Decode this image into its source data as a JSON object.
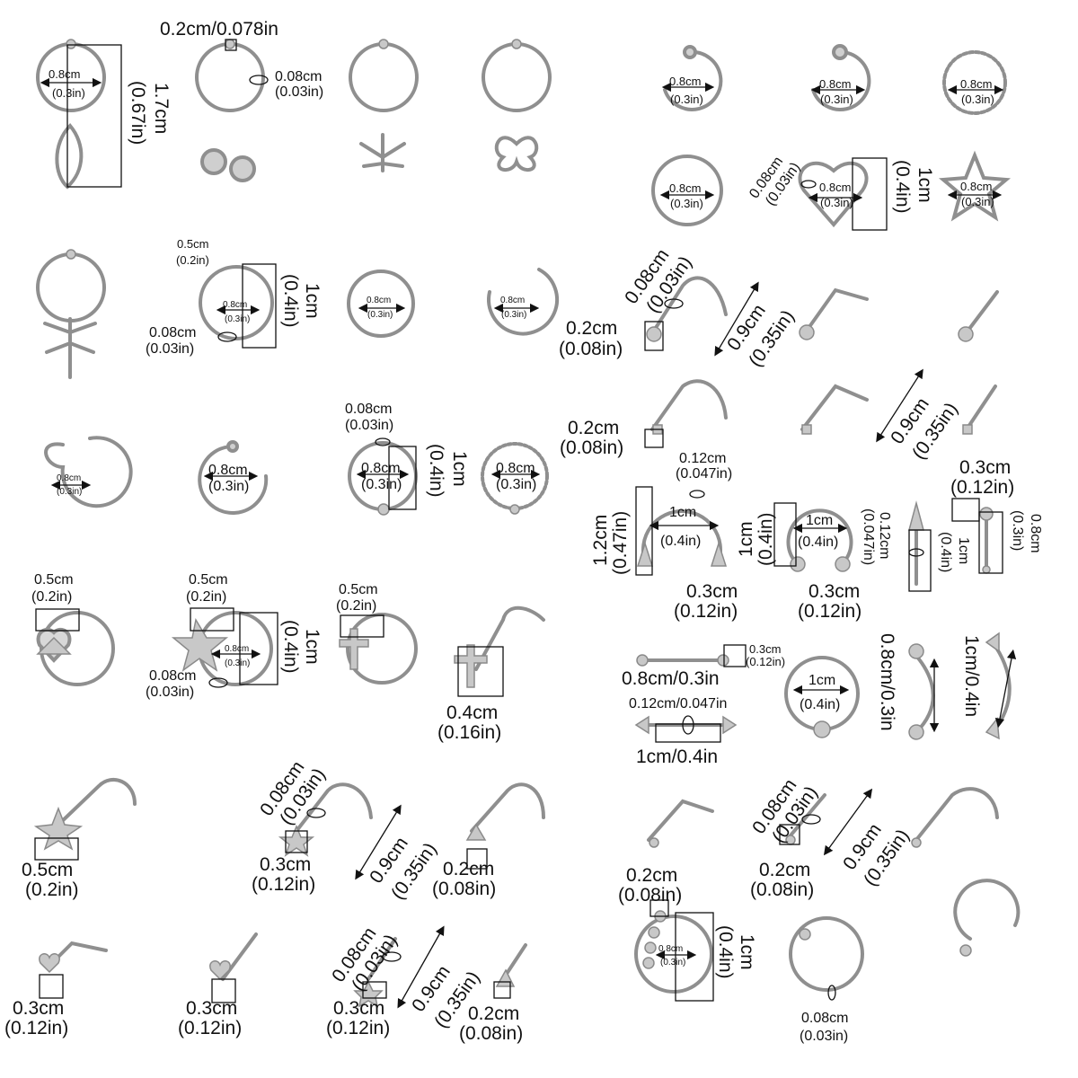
{
  "colors": {
    "metal": "#8f8f8f",
    "metal_light": "#d9d9d9",
    "ink": "#111111"
  },
  "labels": {
    "l01": "0.2cm/0.078in",
    "l02": "0.8cm",
    "l03": "(0.3in)",
    "l04": "1.7cm",
    "l05": "(0.67in)",
    "l06": "0.08cm",
    "l07": "(0.03in)",
    "l08": "0.8cm",
    "l09": "(0.3in)",
    "l10": "0.8cm",
    "l11": "(0.3in)",
    "l12": "0.8cm",
    "l13": "(0.3in)",
    "l14": "0.8cm",
    "l15": "(0.3in)",
    "l16": "0.08cm",
    "l17": "(0.03in)",
    "l18": "0.8cm",
    "l19": "(0.3in)",
    "l20": "1cm",
    "l21": "(0.4in)",
    "l22": "0.8cm",
    "l23": "(0.3in)",
    "l24": "0.5cm",
    "l25": "(0.2in)",
    "l26": "0.8cm",
    "l27": "(0.3in)",
    "l28": "1cm",
    "l29": "(0.4in)",
    "l30": "0.08cm",
    "l31": "(0.03in)",
    "l32": "0.8cm",
    "l33": "(0.3in)",
    "l34": "0.8cm",
    "l35": "(0.3in)",
    "l36": "0.08cm",
    "l37": "(0.03in)",
    "l38": "0.2cm",
    "l39": "(0.08in)",
    "l40": "0.9cm",
    "l41": "(0.35in)",
    "l42": "0.2cm",
    "l43": "(0.08in)",
    "l44": "0.9cm",
    "l45": "(0.35in)",
    "l46": "0.8cm",
    "l47": "(0.3in)",
    "l48": "0.8cm",
    "l49": "(0.3in)",
    "l50": "0.08cm",
    "l51": "(0.03in)",
    "l52": "0.8cm",
    "l53": "(0.3in)",
    "l54": "1cm",
    "l55": "(0.4in)",
    "l56": "0.8cm",
    "l57": "(0.3in)",
    "l58": "0.12cm",
    "l59": "(0.047in)",
    "l60": "1.2cm",
    "l61": "(0.47in)",
    "l62": "1cm",
    "l63": "(0.4in)",
    "l64": "0.3cm",
    "l65": "(0.12in)",
    "l66": "1cm",
    "l67": "(0.4in)",
    "l68": "1cm",
    "l69": "(0.4in)",
    "l70": "0.3cm",
    "l71": "(0.12in)",
    "l72": "0.12cm",
    "l73": "(0.047in)",
    "l74": "1cm",
    "l75": "(0.4in)",
    "l76": "0.3cm",
    "l77": "(0.12in)",
    "l78": "0.8cm",
    "l79": "(0.3in)",
    "l80": "0.5cm",
    "l81": "(0.2in)",
    "l82": "0.5cm",
    "l83": "(0.2in)",
    "l84": "0.8cm",
    "l85": "(0.3in)",
    "l86": "1cm",
    "l87": "(0.4in)",
    "l88": "0.08cm",
    "l89": "(0.03in)",
    "l90": "0.5cm",
    "l91": "(0.2in)",
    "l92": "0.4cm",
    "l93": "(0.16in)",
    "l94": "0.3cm",
    "l95": "(0.12in)",
    "l96": "0.8cm/0.3in",
    "l97": "1cm",
    "l98": "(0.4in)",
    "l99": "0.8cm/0.3in",
    "l100": "1cm/0.4in",
    "l101": "0.12cm/0.047in",
    "l102": "1cm/0.4in",
    "l103": "0.5cm",
    "l104": "(0.2in)",
    "l105": "0.08cm",
    "l106": "(0.03in)",
    "l107": "0.3cm",
    "l108": "(0.12in)",
    "l109": "0.9cm",
    "l110": "(0.35in)",
    "l111": "0.2cm",
    "l112": "(0.08in)",
    "l113": "0.2cm",
    "l114": "(0.08in)",
    "l115": "0.08cm",
    "l116": "(0.03in)",
    "l117": "0.2cm",
    "l118": "(0.08in)",
    "l119": "0.9cm",
    "l120": "(0.35in)",
    "l121": "0.3cm",
    "l122": "(0.12in)",
    "l123": "0.3cm",
    "l124": "(0.12in)",
    "l125": "0.08cm",
    "l126": "(0.03in)",
    "l127": "0.3cm",
    "l128": "(0.12in)",
    "l129": "0.9cm",
    "l130": "(0.35in)",
    "l131": "0.2cm",
    "l132": "(0.08in)",
    "l133": "0.8cm",
    "l134": "(0.3in)",
    "l135": "1cm",
    "l136": "(0.4in)",
    "l137": "0.08cm",
    "l138": "(0.03in)"
  }
}
